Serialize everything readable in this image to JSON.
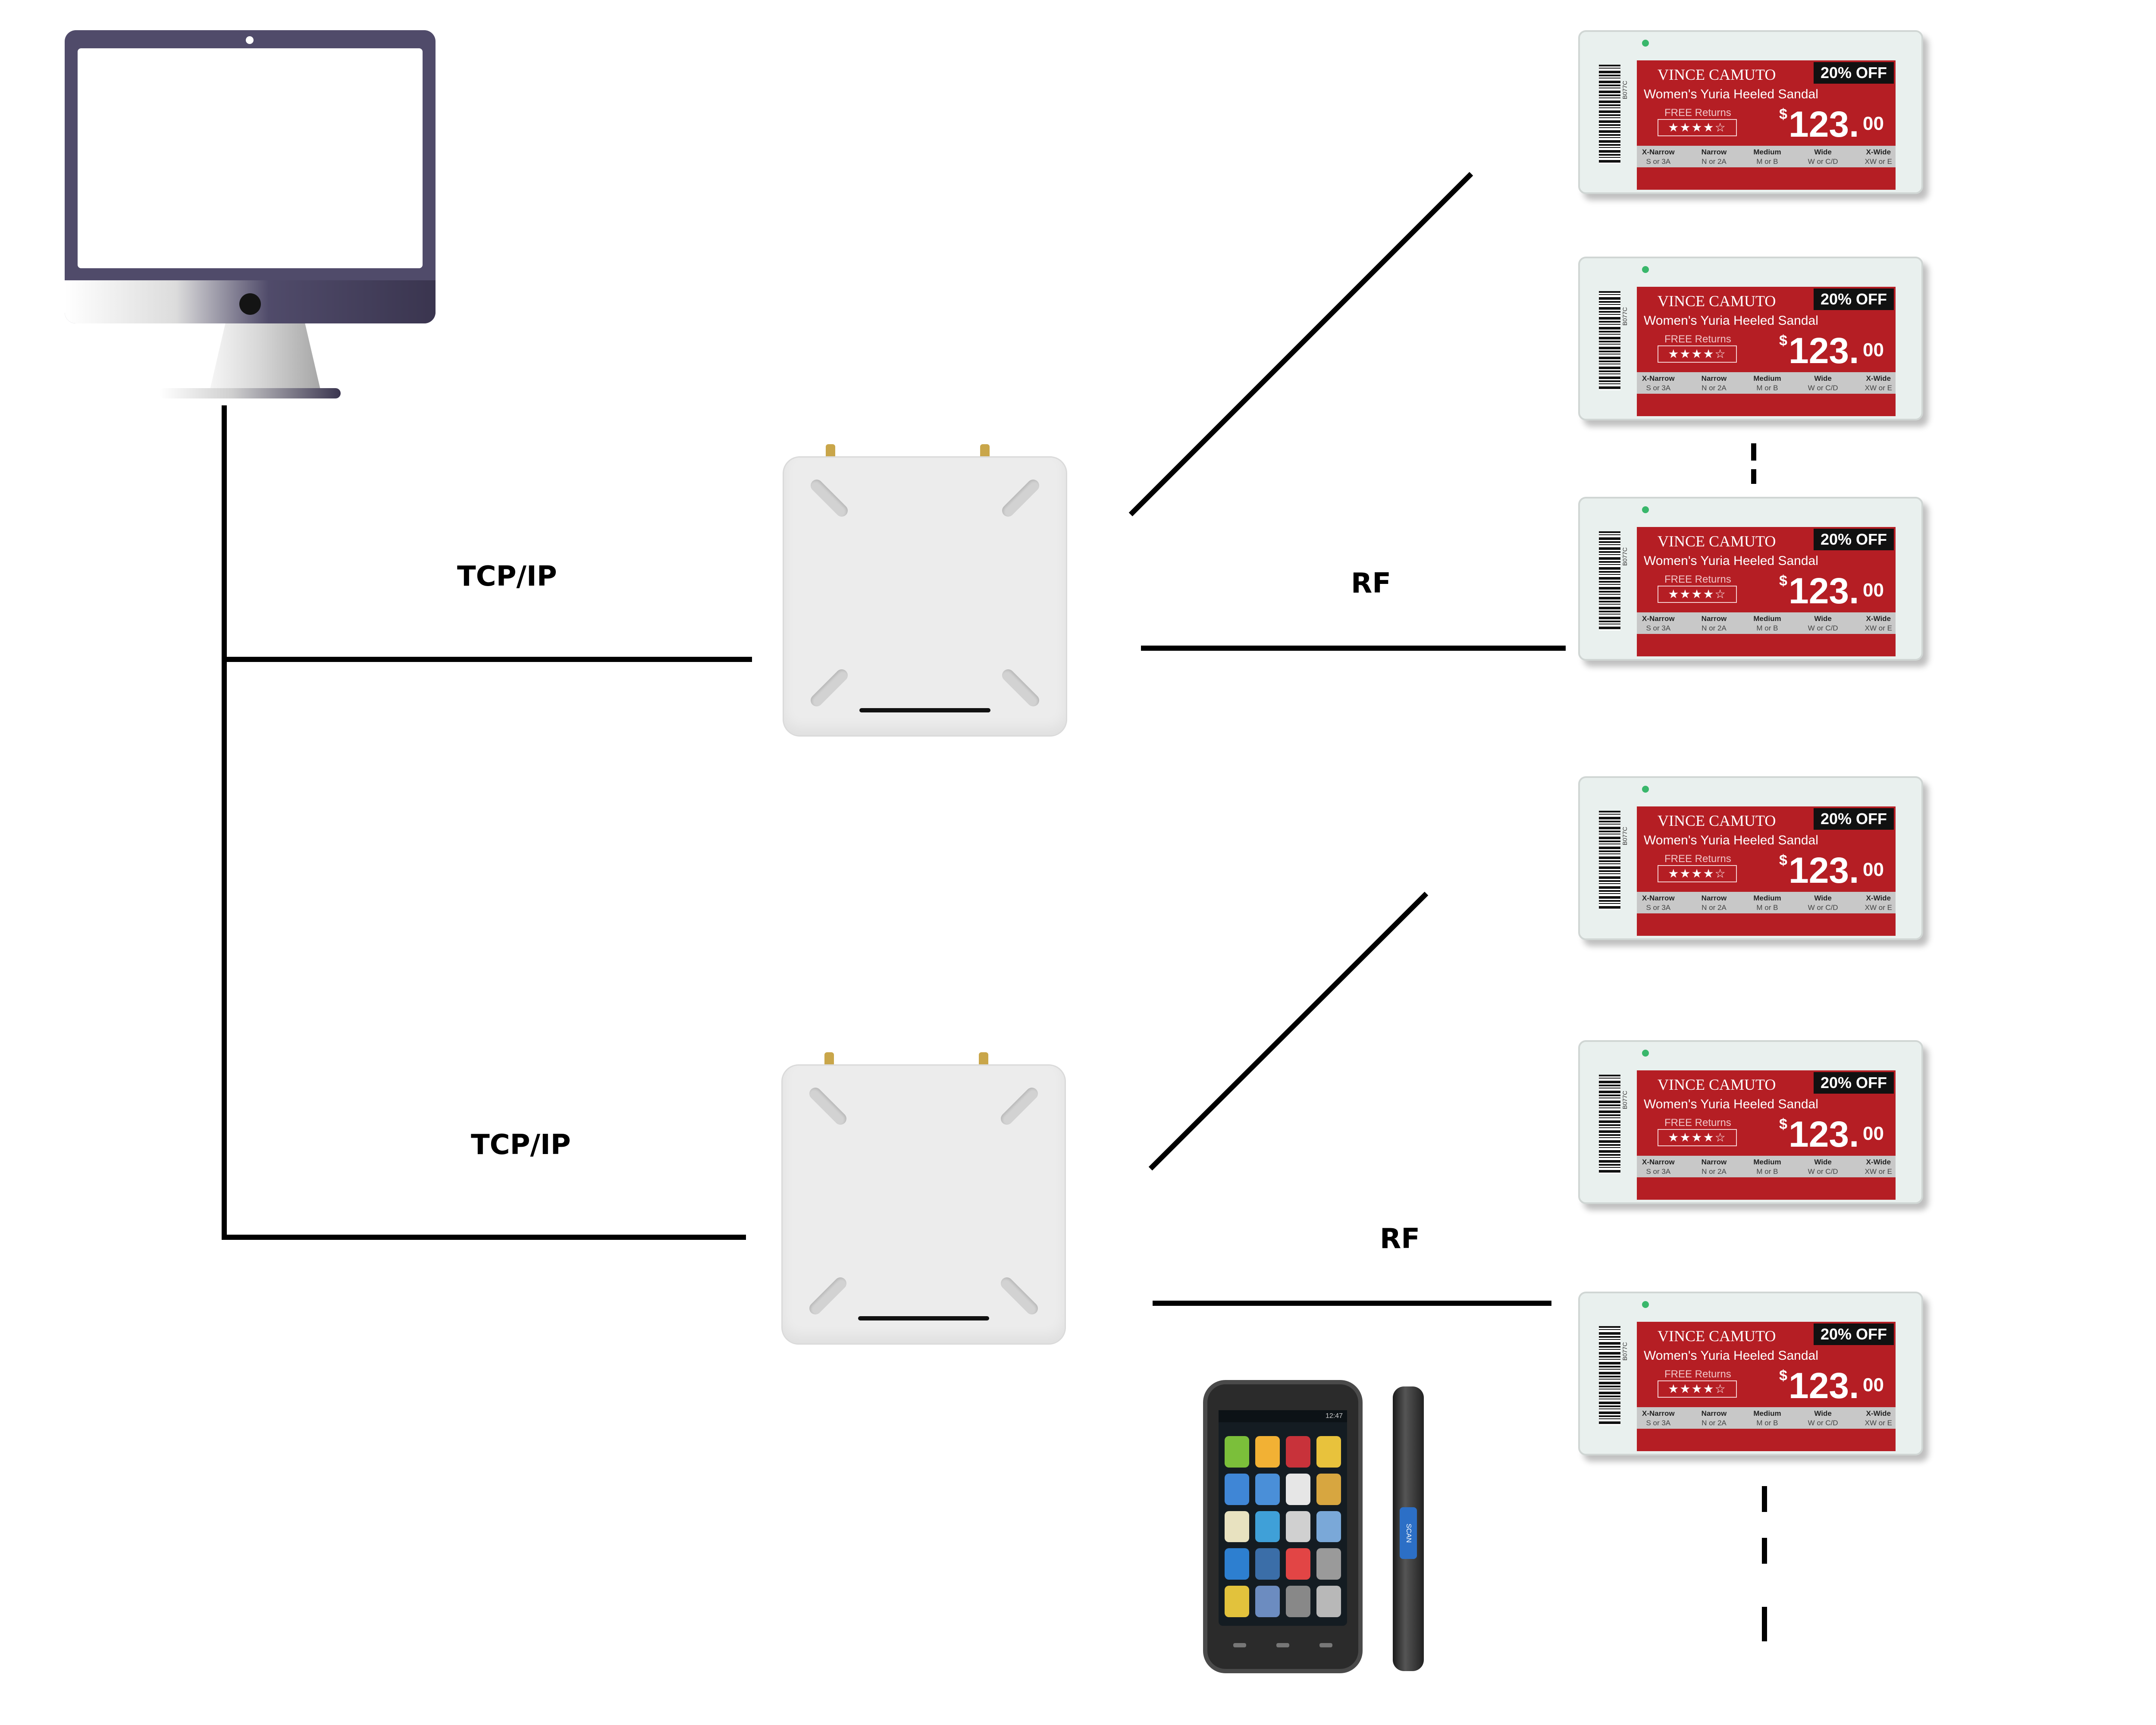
{
  "links": {
    "tcpip_top": "TCP/IP",
    "tcpip_bottom": "TCP/IP",
    "rf_top": "RF",
    "rf_bottom": "RF"
  },
  "esl": {
    "brand": "VINCE CAMUTO",
    "discount": "20% OFF",
    "product": "Women's Yuria Heeled Sandal",
    "returns": "FREE Returns",
    "stars": "★★★★☆",
    "currency": "$",
    "price_main": "123.",
    "price_cents": "00",
    "code": "B077C",
    "sizes": [
      {
        "name": "X-Narrow",
        "value": "S or 3A"
      },
      {
        "name": "Narrow",
        "value": "N or 2A"
      },
      {
        "name": "Medium",
        "value": "M or B"
      },
      {
        "name": "Wide",
        "value": "W or C/D"
      },
      {
        "name": "X-Wide",
        "value": "XW or E"
      }
    ]
  },
  "handheld": {
    "status_time": "12:47",
    "scan_label": "SCAN"
  },
  "colors": {
    "line": "#000000",
    "monitor": "#504b6a",
    "esl_red": "#b51e24",
    "gateway": "#ececec"
  }
}
